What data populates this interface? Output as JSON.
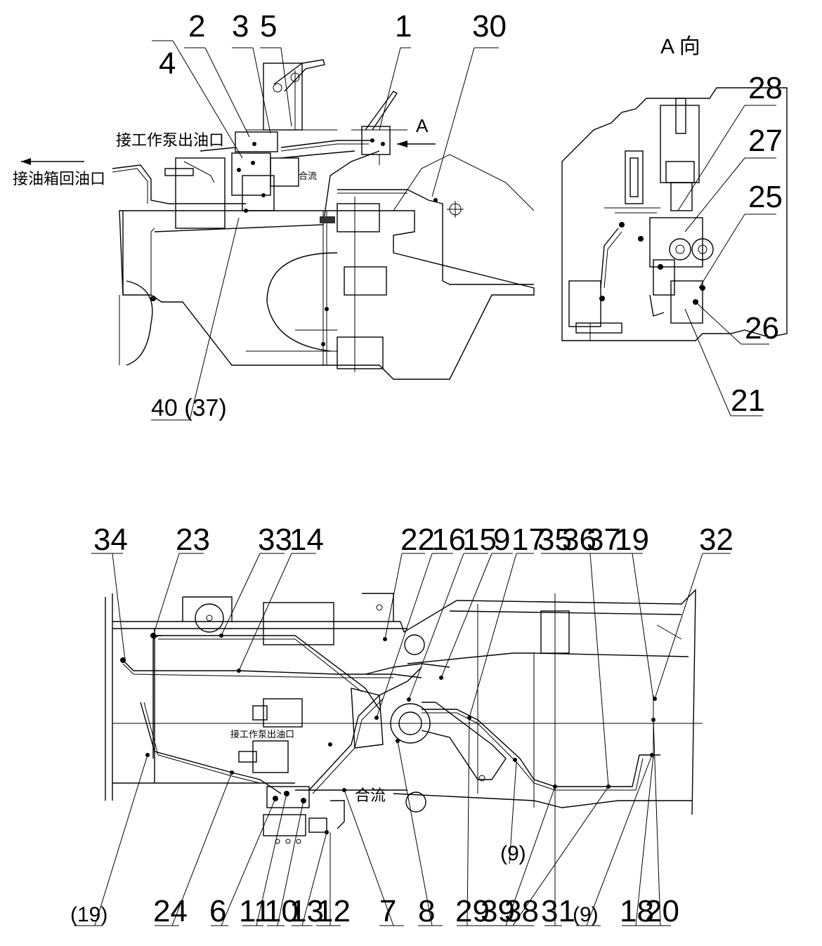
{
  "labels": {
    "direction_a": "A 向",
    "arrow_a": "A",
    "return_port": "接油箱回油口",
    "pump_port_top": "接工作泵出油口",
    "pump_port_bottom": "接工作泵出油口",
    "merge_flow": "合流",
    "merge_flow_small": "合流"
  },
  "callouts_top": [
    "4",
    "2",
    "3",
    "5",
    "1",
    "30",
    "40 (37)"
  ],
  "callouts_view_a": [
    "28",
    "27",
    "25",
    "26",
    "21"
  ],
  "callouts_bottom_upper": [
    "34",
    "23",
    "33",
    "14",
    "22",
    "16",
    "15",
    "9",
    "17",
    "35",
    "36",
    "37",
    "19",
    "32"
  ],
  "callouts_bottom_lower": [
    "(19)",
    "24",
    "6",
    "11",
    "10",
    "13",
    "12",
    "7",
    "8",
    "29",
    "39",
    "38",
    "31",
    "(9)",
    "(9)",
    "18",
    "20"
  ]
}
